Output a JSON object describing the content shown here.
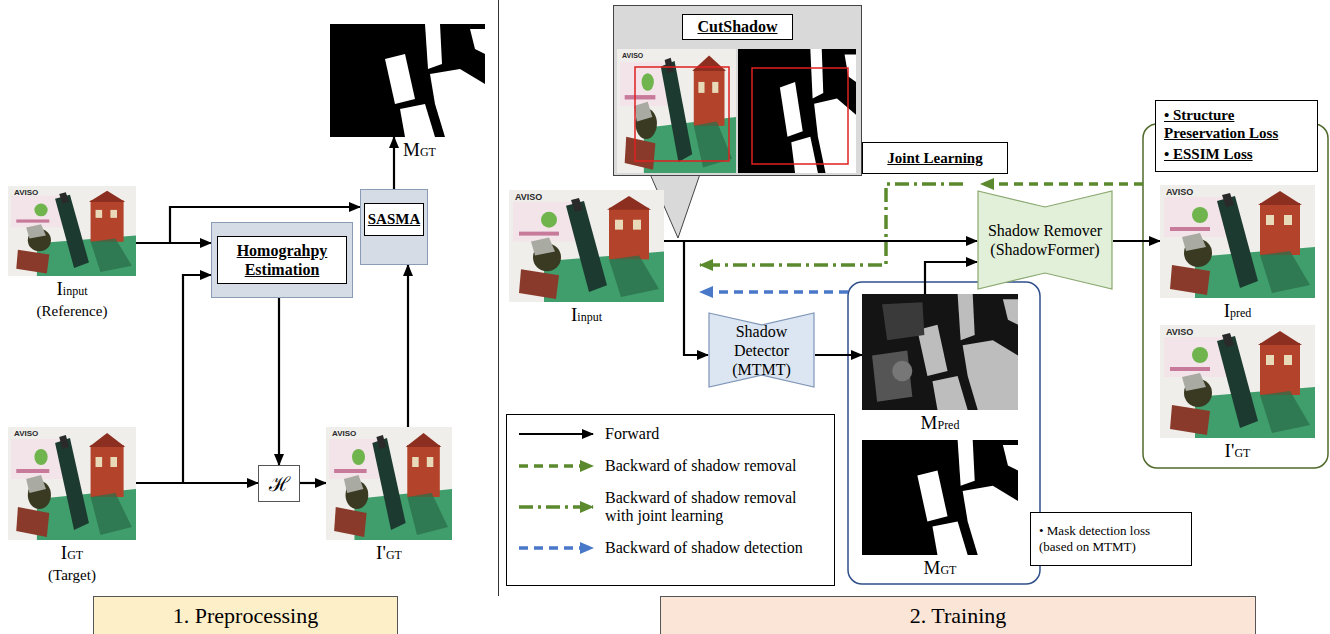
{
  "diagram": {
    "nodes": [
      {
        "text": [
          "Iinput",
          "(Reference)"
        ]
      },
      {
        "text": [
          "Homograhpy Estimation"
        ]
      },
      {
        "text": [
          "SASMA"
        ]
      },
      {
        "text": [
          "MGT"
        ]
      },
      {
        "text": [
          "IGT",
          "(Target)"
        ]
      },
      {
        "text": [
          "ℋ"
        ]
      },
      {
        "text": [
          "I'GT"
        ]
      },
      {
        "text": [
          "1. Preprocessing"
        ]
      },
      {
        "text": [
          "CutShadow"
        ]
      },
      {
        "text": [
          "Iinput"
        ]
      },
      {
        "text": [
          "Joint Learning"
        ]
      },
      {
        "text": [
          "Shadow Remover (ShadowFormer)"
        ]
      },
      {
        "text": [
          "Shadow Detector (MTMT)"
        ]
      },
      {
        "text": [
          "MPred"
        ]
      },
      {
        "text": [
          "MGT"
        ]
      },
      {
        "text": [
          "• Mask detection loss (based on MTMT)"
        ]
      },
      {
        "text": [
          "• Structure Preservation Loss",
          "• ESSIM Loss"
        ]
      },
      {
        "text": [
          "Ipred"
        ]
      },
      {
        "text": [
          "I'GT"
        ]
      },
      {
        "text": [
          "2. Training"
        ]
      }
    ],
    "edges": [
      {
        "from": 0,
        "to": 1,
        "arrow": "to"
      },
      {
        "from": 0,
        "to": 2,
        "arrow": "to"
      },
      {
        "from": 4,
        "to": 1,
        "arrow": "to"
      },
      {
        "from": 4,
        "to": 5,
        "arrow": "to"
      },
      {
        "from": 1,
        "to": 5,
        "arrow": "to"
      },
      {
        "from": 5,
        "to": 6,
        "arrow": "to"
      },
      {
        "from": 6,
        "to": 2,
        "arrow": "to"
      },
      {
        "from": 2,
        "to": 3,
        "arrow": "to"
      },
      {
        "from": 9,
        "to": 11,
        "arrow": "to"
      },
      {
        "from": 9,
        "to": 12,
        "arrow": "to"
      },
      {
        "from": 12,
        "to": 13,
        "arrow": "to"
      },
      {
        "from": 13,
        "to": 11,
        "arrow": "to"
      },
      {
        "from": 11,
        "to": 17,
        "arrow": "to"
      },
      {
        "from": 17,
        "to": 11,
        "arrow": "to"
      },
      {
        "from": 11,
        "to": 9,
        "arrow": "to"
      },
      {
        "from": 13,
        "to": 9,
        "arrow": "to"
      }
    ],
    "labels": [
      "AVISO",
      "AVISO",
      "AVISO",
      "AVISO",
      "AVISO",
      "AVISO",
      "AVISO"
    ],
    "legend": [
      {
        "text": "Forward"
      },
      {
        "text": "Backward of shadow removal"
      },
      {
        "text": "Backward of shadow removal with joint learning"
      },
      {
        "text": "Backward of shadow detection"
      }
    ]
  }
}
